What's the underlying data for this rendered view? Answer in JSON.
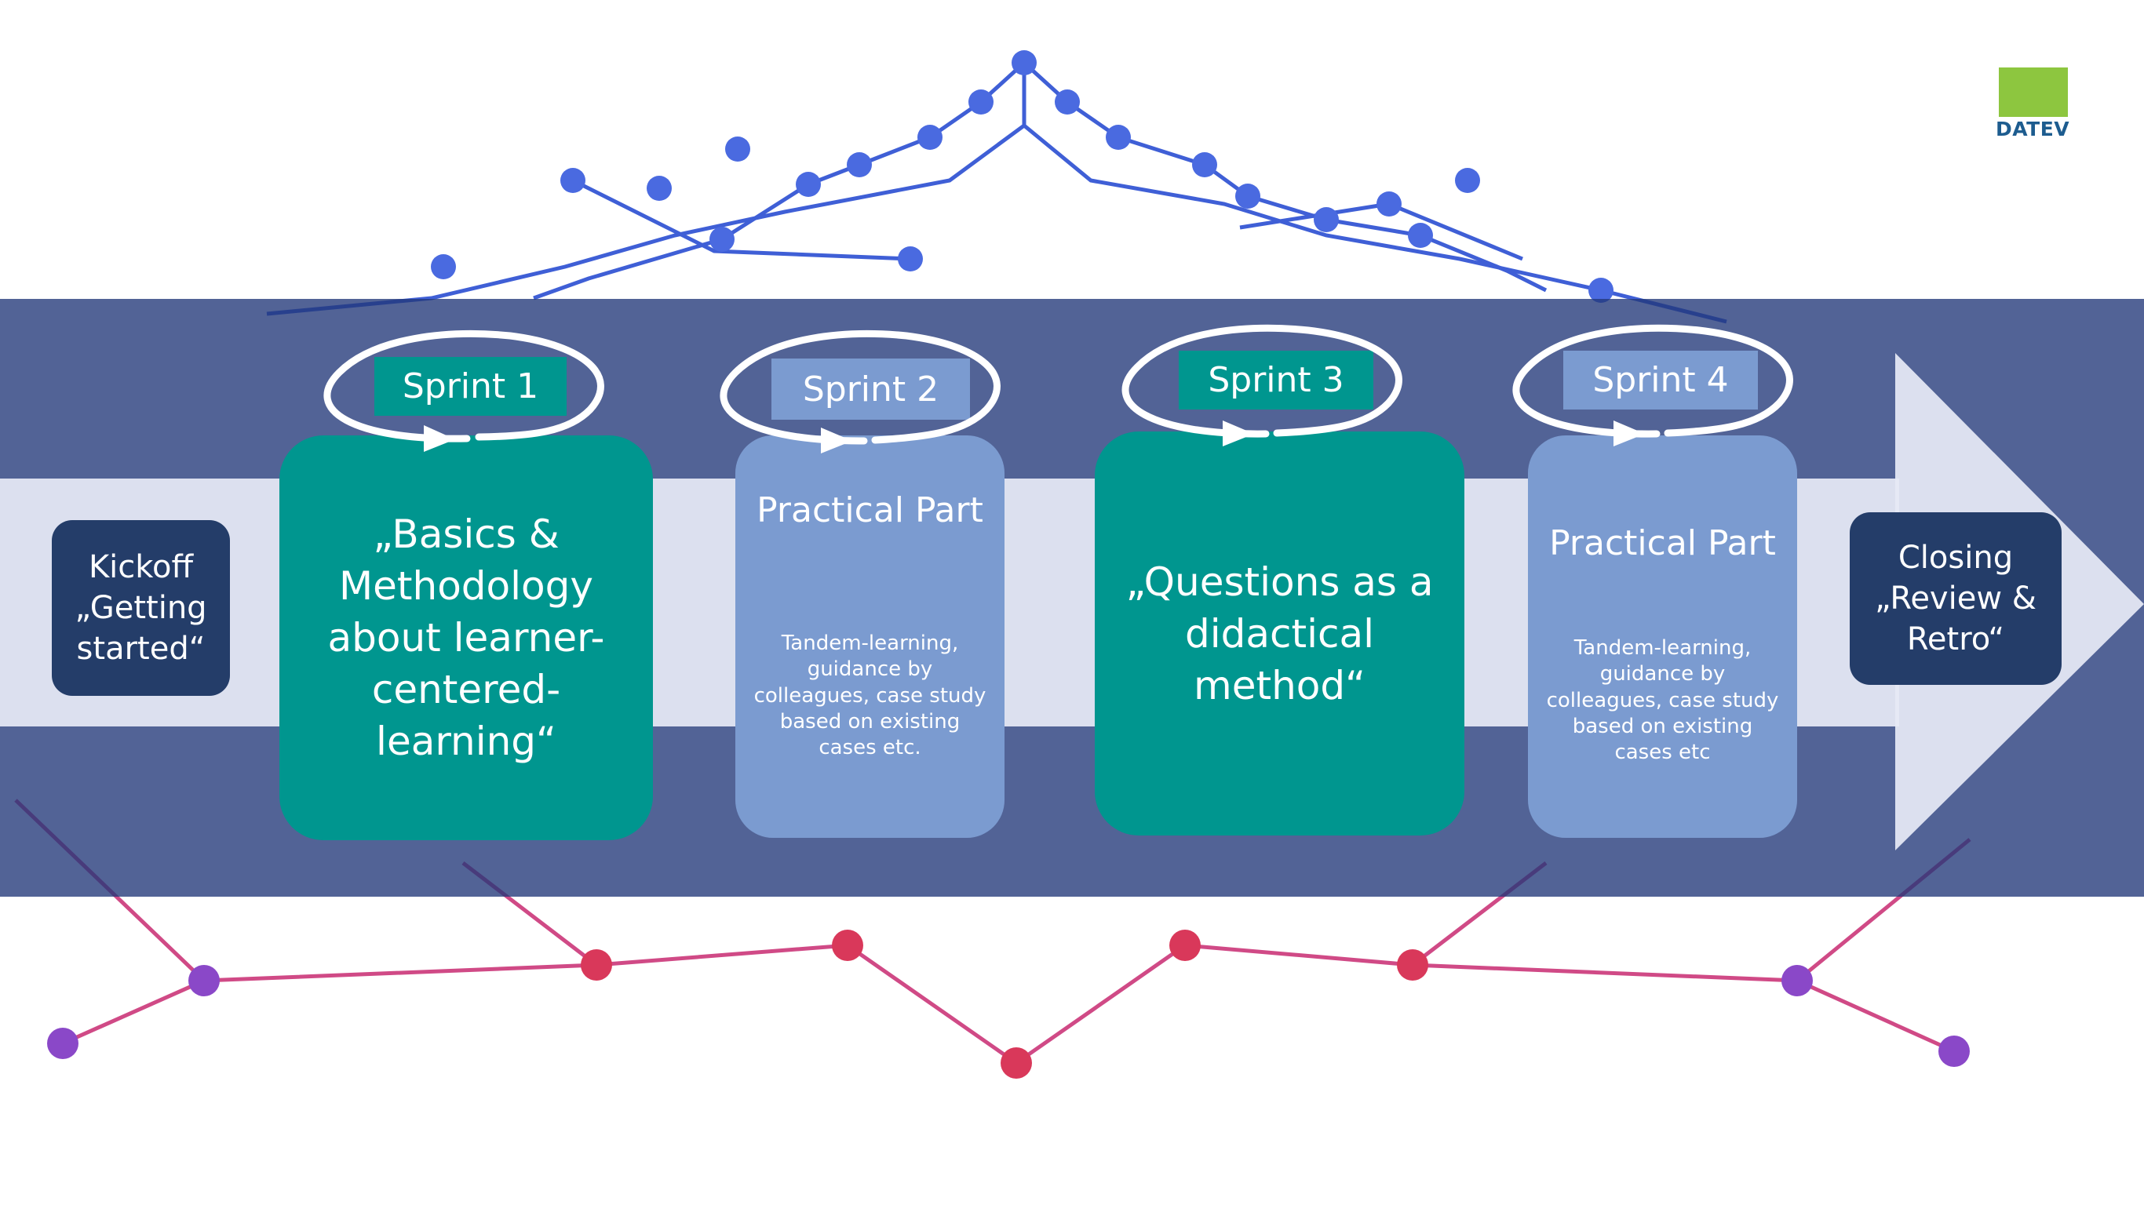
{
  "logo": {
    "text": "DATEV",
    "color": "#8dc63f"
  },
  "kickoff": {
    "text": "Kickoff\n„Getting\nstarted“"
  },
  "sprints": [
    {
      "label": "Sprint 1",
      "title": "„Basics &\nMethodology\nabout learner-\ncentered-\nlearning“"
    },
    {
      "label": "Sprint 2",
      "title": "Practical Part",
      "description": "Tandem-learning,\nguidance by\ncolleagues, case study\nbased on existing\ncases etc."
    },
    {
      "label": "Sprint 3",
      "title": "„Questions as a\ndidactical\nmethod“"
    },
    {
      "label": "Sprint 4",
      "title": "Practical Part",
      "description": "Tandem-learning,\nguidance by\ncolleagues, case study\nbased on existing\ncases etc"
    }
  ],
  "closing": {
    "text": "Closing\n„Review &\nRetro“"
  },
  "colors": {
    "band": "#213778",
    "teal": "#00968f",
    "light_blue": "#7b9bd0",
    "dark_box": "#243d69"
  }
}
